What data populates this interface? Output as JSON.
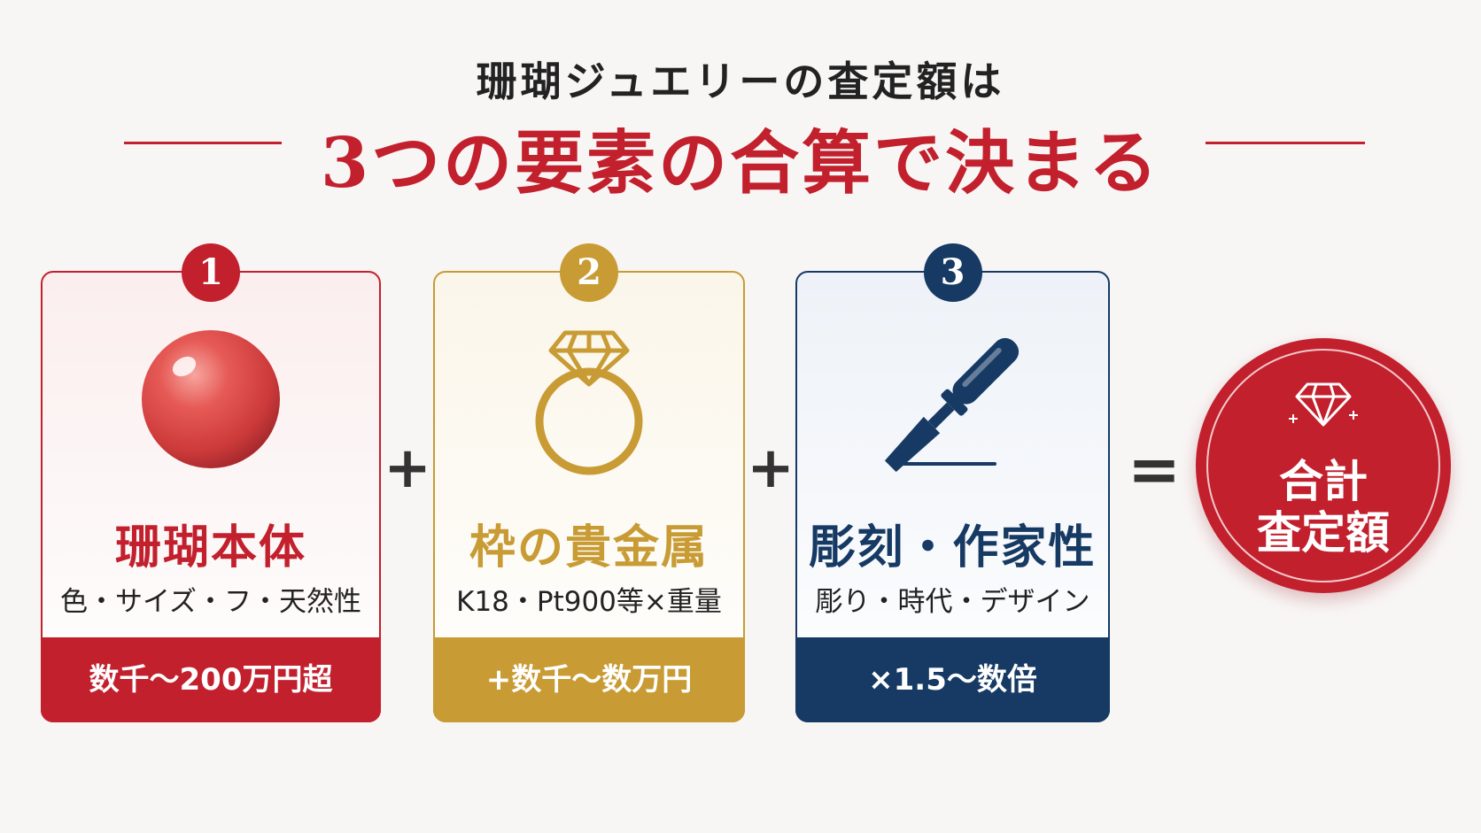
{
  "header": {
    "subtitle": "珊瑚ジュエリーの査定額は",
    "title": "3つの要素の合算で決まる"
  },
  "cards": [
    {
      "number": "1",
      "title": "珊瑚本体",
      "description": "色・サイズ・フ・天然性",
      "price": "数千〜200万円超",
      "icon": "coral-bead-icon",
      "color": "#c2202d"
    },
    {
      "number": "2",
      "title": "枠の貴金属",
      "description": "K18・Pt900等×重量",
      "price": "+数千〜数万円",
      "icon": "ring-icon",
      "color": "#c89b34"
    },
    {
      "number": "3",
      "title": "彫刻・作家性",
      "description": "彫り・時代・デザイン",
      "price": "×1.5〜数倍",
      "icon": "chisel-icon",
      "color": "#163a64"
    }
  ],
  "operators": {
    "plus_1": "+",
    "plus_2": "+",
    "equals": "="
  },
  "total": {
    "line_1": "合計",
    "line_2": "査定額",
    "icon": "diamond-icon",
    "color": "#c2202d"
  }
}
